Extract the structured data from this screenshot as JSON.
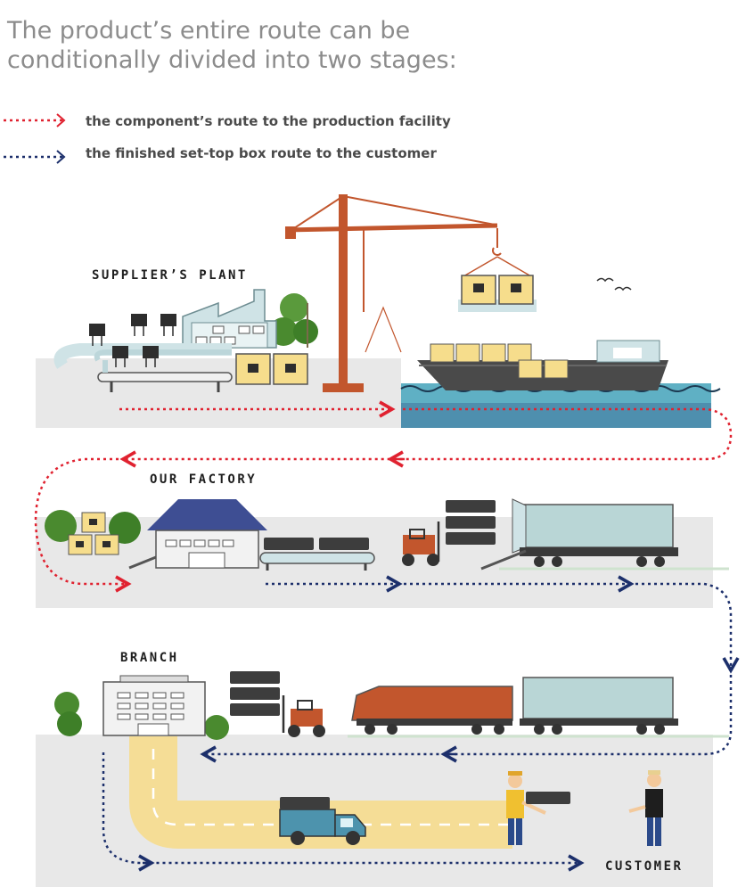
{
  "title": {
    "line1": "The product’s entire route can be",
    "line2": "conditionally divided into two stages:"
  },
  "legend": [
    {
      "label": "the component’s route to the production facility",
      "color": "#e02230",
      "style": "dotted-arrow"
    },
    {
      "label": "the finished set-top box route to the customer",
      "color": "#1c2f6b",
      "style": "dotted-arrow"
    }
  ],
  "stages": {
    "supplier": "SUPPLIER’S PLANT",
    "factory": "OUR FACTORY",
    "branch": "BRANCH",
    "customer": "CUSTOMER"
  },
  "colors": {
    "component_route": "#e02230",
    "product_route": "#1c2f6b",
    "ground": "#e8e8e8",
    "crane": "#c2562d",
    "box": "#f6dd8c",
    "container": "#b9d6d6",
    "road": "#f5dd96",
    "water": "#4e8fae"
  },
  "icons": [
    "crane-icon",
    "ship-icon",
    "factory-icon",
    "forklift-icon",
    "train-icon",
    "container-icon",
    "truck-icon",
    "person-icon",
    "tree-icon",
    "bird-icon",
    "warehouse-icon",
    "office-building-icon",
    "conveyor-icon",
    "set-top-box-icon",
    "component-box-icon"
  ]
}
